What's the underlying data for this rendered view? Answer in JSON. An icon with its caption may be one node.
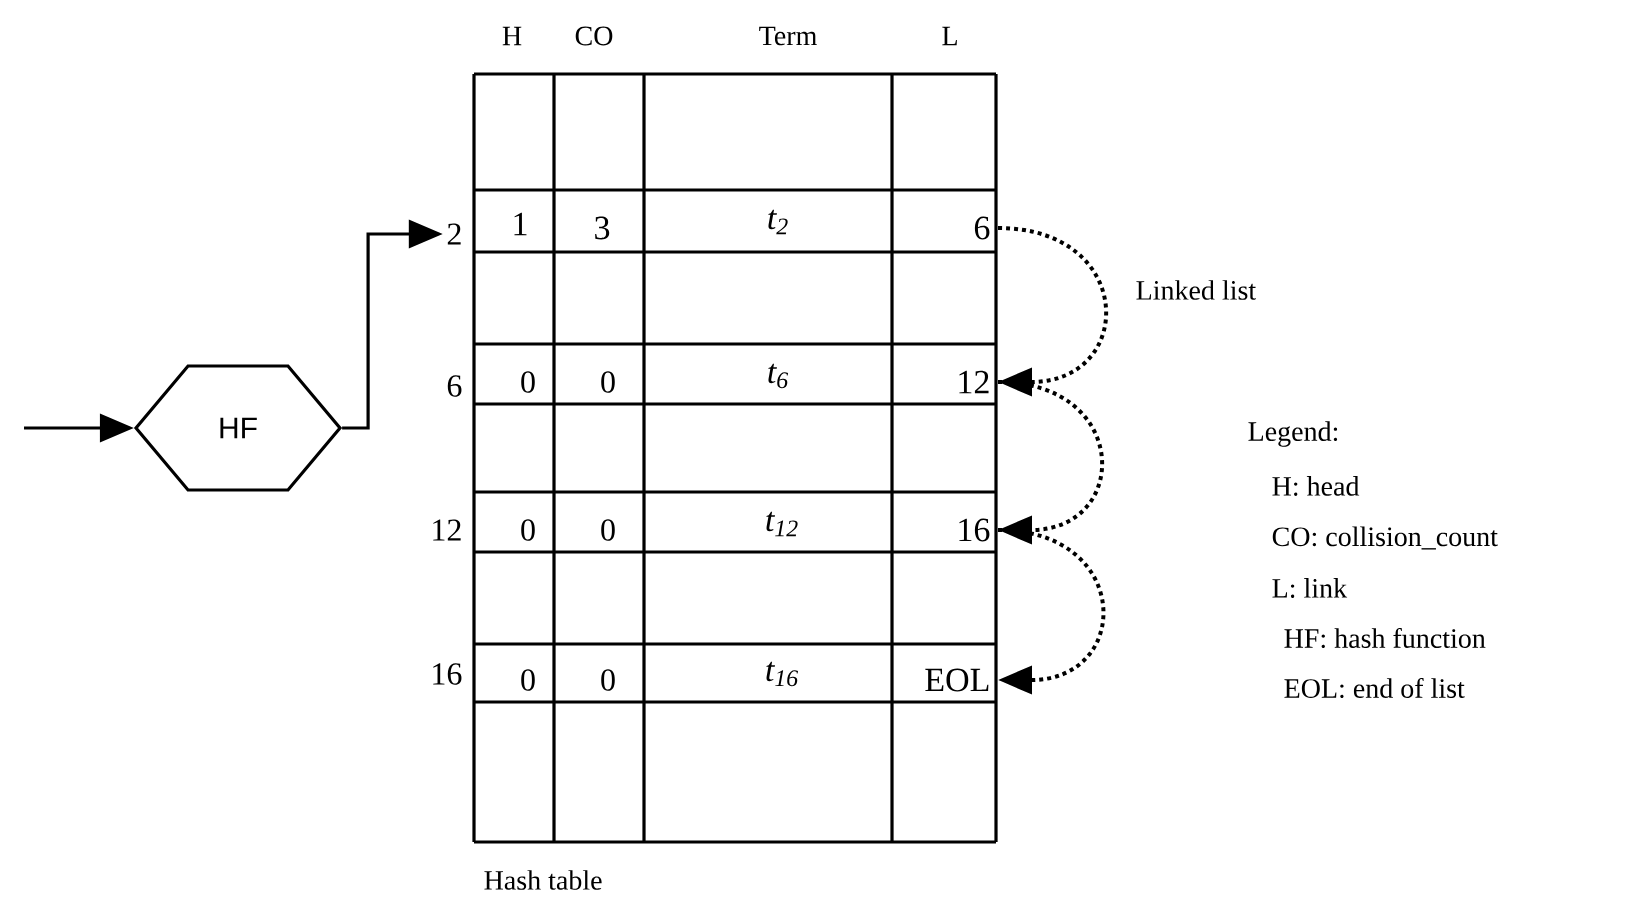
{
  "diagram": {
    "nodes": [
      {
        "text": [
          "HF"
        ]
      },
      {
        "text": [
          "2"
        ]
      },
      {
        "text": [
          "6"
        ]
      },
      {
        "text": [
          "12"
        ]
      },
      {
        "text": [
          "16"
        ]
      },
      {
        "text": [
          "EOL"
        ]
      }
    ],
    "edges": [
      {
        "from": null,
        "to": 0,
        "arrow": "to"
      },
      {
        "from": 0,
        "to": 1,
        "arrow": "to"
      },
      {
        "from": 2,
        "to": 3,
        "arrow": "to",
        "style": "dashed"
      },
      {
        "from": 3,
        "to": 4,
        "arrow": "to",
        "style": "dashed"
      },
      {
        "from": 4,
        "to": 5,
        "arrow": "to",
        "style": "dashed"
      }
    ],
    "labels": [
      "H",
      "CO",
      "Term",
      "L",
      "1",
      "3",
      "t$_{2}$",
      "Linked list",
      "6",
      "0",
      "0",
      "t$_{6}$",
      "Legend:",
      "H: head",
      "12",
      "0",
      "0",
      "t$_{12}$",
      "CO: collision_count",
      "L: link",
      "16",
      "0",
      "0",
      "t$_{16}$",
      "HF: hash function",
      "EOL: end of list",
      "Hash table"
    ]
  }
}
